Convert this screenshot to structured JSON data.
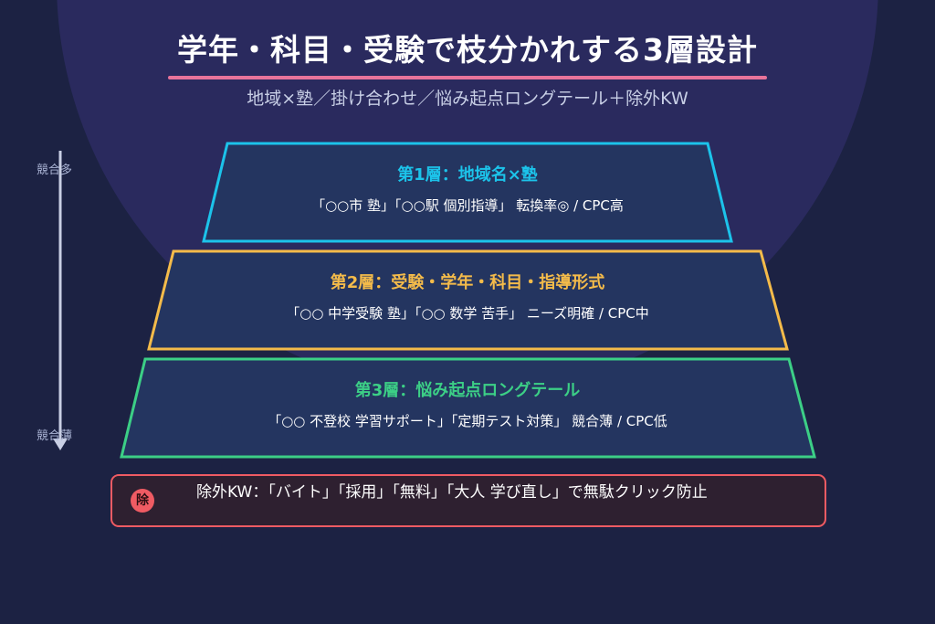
{
  "title": "学年・科目・受験で枝分かれする3層設計",
  "subtitle": "地域×塾／掛け合わせ／悩み起点ロングテール＋除外KW",
  "axis": {
    "top_label": "競合多",
    "bottom_label": "競合薄"
  },
  "layers": [
    {
      "title": "第1層：地域名×塾",
      "desc": "「○○市 塾」「○○駅 個別指導」 転換率◎ / CPC高",
      "color": "#1cc3ea"
    },
    {
      "title": "第2層：受験・学年・科目・指導形式",
      "desc": "「○○ 中学受験 塾」「○○ 数学 苦手」 ニーズ明確 / CPC中",
      "color": "#f4bb4a"
    },
    {
      "title": "第3層：悩み起点ロングテール",
      "desc": "「○○ 不登校 学習サポート」「定期テスト対策」 競合薄 / CPC低",
      "color": "#3ccf86"
    }
  ],
  "exclude": {
    "badge": "除",
    "text": "除外KW：「バイト」「採用」「無料」「大人 学び直し」で無駄クリック防止",
    "color": "#ef5b63"
  },
  "colors": {
    "background": "#1c2243",
    "circle": "#2a2a5e",
    "layer_fill": "#243560",
    "accent_underline": "#e8739a"
  }
}
